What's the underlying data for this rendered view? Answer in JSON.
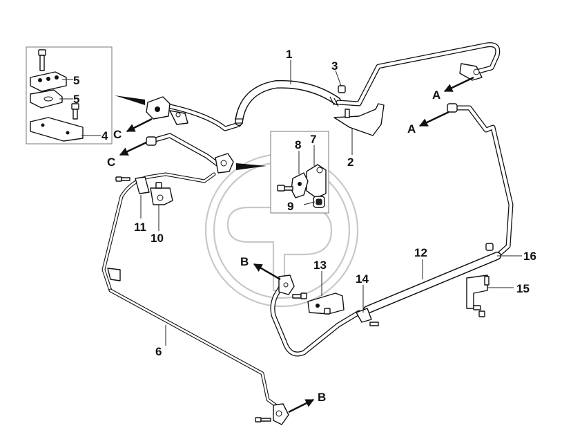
{
  "callouts": {
    "c1": "1",
    "c2": "2",
    "c3": "3",
    "c4": "4",
    "c5a": "5",
    "c5b": "5",
    "c6": "6",
    "c7": "7",
    "c8": "8",
    "c9": "9",
    "c10": "10",
    "c11": "11",
    "c12": "12",
    "c13": "13",
    "c14": "14",
    "c15": "15",
    "c16": "16"
  },
  "connections": {
    "a_upper": "A",
    "a_lower": "A",
    "b_upper": "B",
    "b_lower": "B",
    "c_upper": "C",
    "c_lower": "C"
  }
}
